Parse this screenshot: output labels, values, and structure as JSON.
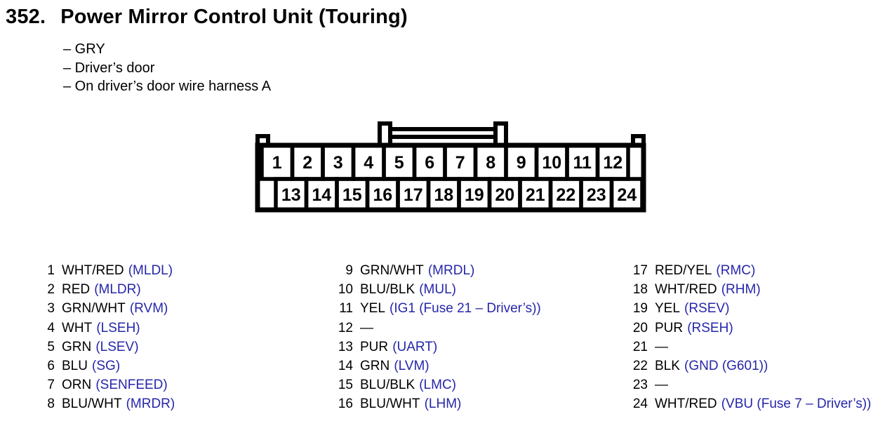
{
  "header": {
    "section_number": "352.",
    "title": "Power Mirror Control Unit (Touring)",
    "notes": [
      "– GRY",
      "– Driver’s door",
      "– On driver’s door wire harness A"
    ]
  },
  "connector": {
    "top_row_pins": [
      "1",
      "2",
      "3",
      "4",
      "5",
      "6",
      "7",
      "8",
      "9",
      "10",
      "11",
      "12"
    ],
    "bottom_row_pins": [
      "13",
      "14",
      "15",
      "16",
      "17",
      "18",
      "19",
      "20",
      "21",
      "22",
      "23",
      "24"
    ]
  },
  "pinout": {
    "columns": [
      {
        "rows": [
          {
            "pin": "1",
            "wire": "WHT/RED",
            "signal": "(MLDL)"
          },
          {
            "pin": "2",
            "wire": "RED",
            "signal": "(MLDR)"
          },
          {
            "pin": "3",
            "wire": "GRN/WHT",
            "signal": "(RVM)"
          },
          {
            "pin": "4",
            "wire": "WHT",
            "signal": "(LSEH)"
          },
          {
            "pin": "5",
            "wire": "GRN",
            "signal": "(LSEV)"
          },
          {
            "pin": "6",
            "wire": "BLU",
            "signal": "(SG)"
          },
          {
            "pin": "7",
            "wire": "ORN",
            "signal": "(SENFEED)"
          },
          {
            "pin": "8",
            "wire": "BLU/WHT",
            "signal": "(MRDR)"
          }
        ]
      },
      {
        "rows": [
          {
            "pin": "9",
            "wire": "GRN/WHT",
            "signal": "(MRDL)"
          },
          {
            "pin": "10",
            "wire": "BLU/BLK",
            "signal": "(MUL)"
          },
          {
            "pin": "11",
            "wire": "YEL",
            "signal": "(IG1 (Fuse 21 – Driver’s))"
          },
          {
            "pin": "12",
            "wire": "—",
            "signal": ""
          },
          {
            "pin": "13",
            "wire": "PUR",
            "signal": "(UART)"
          },
          {
            "pin": "14",
            "wire": "GRN",
            "signal": "(LVM)"
          },
          {
            "pin": "15",
            "wire": "BLU/BLK",
            "signal": "(LMC)"
          },
          {
            "pin": "16",
            "wire": "BLU/WHT",
            "signal": "(LHM)"
          }
        ]
      },
      {
        "rows": [
          {
            "pin": "17",
            "wire": "RED/YEL",
            "signal": "(RMC)"
          },
          {
            "pin": "18",
            "wire": "WHT/RED",
            "signal": "(RHM)"
          },
          {
            "pin": "19",
            "wire": "YEL",
            "signal": "(RSEV)"
          },
          {
            "pin": "20",
            "wire": "PUR",
            "signal": "(RSEH)"
          },
          {
            "pin": "21",
            "wire": "—",
            "signal": ""
          },
          {
            "pin": "22",
            "wire": "BLK",
            "signal": "(GND (G601))"
          },
          {
            "pin": "23",
            "wire": "—",
            "signal": ""
          },
          {
            "pin": "24",
            "wire": "WHT/RED",
            "signal": "(VBU (Fuse 7 – Driver’s))"
          }
        ]
      }
    ]
  },
  "colors": {
    "signal_blue": "#2626aa",
    "text_black": "#000000",
    "background": "#ffffff"
  }
}
